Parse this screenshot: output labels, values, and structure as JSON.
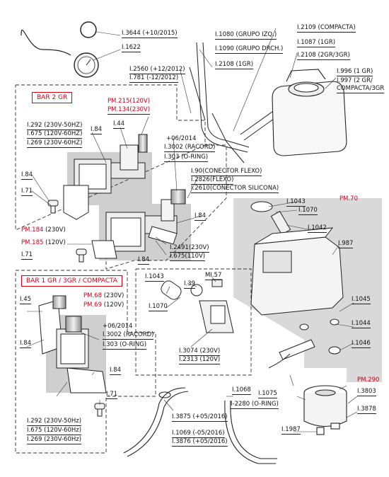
{
  "colors": {
    "red": "#d0021b",
    "gray_panel": "#d9d9d9",
    "ink": "#222222"
  },
  "sections": {
    "bar2": {
      "title": "BAR 2 GR"
    },
    "bar1": {
      "title": "BAR 1 GR / 3GR / COMPACTA"
    }
  },
  "labels": {
    "l3644": "I.3644 (+10/2015)",
    "l1622": "I.1622",
    "l1080": "I.1080 (GRUPO IZQ.)",
    "l1090": "I.1090 (GRUPO DRCH.)",
    "l2108_1": "I.2108 (1GR)",
    "l2109": "I.2109 (COMPACTA)",
    "l1087": "I.1087 (1GR)",
    "l2108_2": "I.2108 (2GR/3GR)",
    "l996": "I.996 (1 GR)",
    "l997a": "I.997 (2 GR/",
    "l997b": "COMPACTA/3GR",
    "l2560": "I.2560 (+12/2012)",
    "l781": "I.781 (-12/2012)",
    "pm215": "PM.215(120V)",
    "pm134": "PM.134(230V)",
    "l292a": "I.292 (230V-50HZ)",
    "l675a": "I.675 (120V-60HZ)",
    "l269a": "I.269 (230V-60HZ)",
    "l44": "I.44",
    "l84a": "I.84",
    "l84b": "I.84",
    "l84c": "I.84",
    "l84d": "I.84",
    "l84e": "I.84",
    "l84f": "I.84",
    "l71a": "I.71",
    "l71b": "I.71",
    "l71c": "I.71",
    "d2014a": "+06/2014",
    "l3002a": "I.3002 (RACORD)",
    "l303a": "I.303 (O-RING)",
    "l90": "I.90(CONECTOR FLEXO)",
    "l2826": "I.2826(FLEXO)",
    "l2610": "I.2610(CONECTOR SILICONA)",
    "pm70": "PM.70",
    "l1043a": "I.1043",
    "l1070a": "I.1070",
    "l1042": "I.1042",
    "l987": "I.987",
    "pm184_code": "PM.184",
    "pm184_v": "(230V)",
    "pm185_code": "PM.185",
    "pm185_v": "(120V)",
    "l2491": "I.2491(230V)",
    "l675b": "I.675(110V)",
    "l1043b": "I.1043",
    "ml57": "MI.57",
    "l39": "I.39",
    "l1070b": "I.1070",
    "l45": "I.45",
    "pm68_code": "PM.68",
    "pm68_v": "(230V)",
    "pm69_code": "PM.69",
    "pm69_v": "(120V)",
    "d2014b": "+06/2014",
    "l3002b": "I.3002 (RACORD)",
    "l303b": "I.303 (O-RING)",
    "l3074": "I.3074 (230V)",
    "l2313": "I.2313 (120V)",
    "l1045": "I.1045",
    "l1044": "I.1044",
    "l1046": "I.1046",
    "l292b": "I.292 (230V-50Hz)",
    "l675c": "I.675 (120V-60Hz)",
    "l269b": "I.269 (230V-60Hz)",
    "l3875": "I.3875 (+05/2016)",
    "l1069": "I.1069 (-05/2016)",
    "l3876": "I.3876 (+05/2016)",
    "l1068": "I.1068",
    "l1075": "I.1075",
    "l2280": "I-2280 (O-RING)",
    "pm290": "PM.290",
    "l3803": "I.3803",
    "l3878": "I.3878",
    "l1987": "I.1987"
  }
}
